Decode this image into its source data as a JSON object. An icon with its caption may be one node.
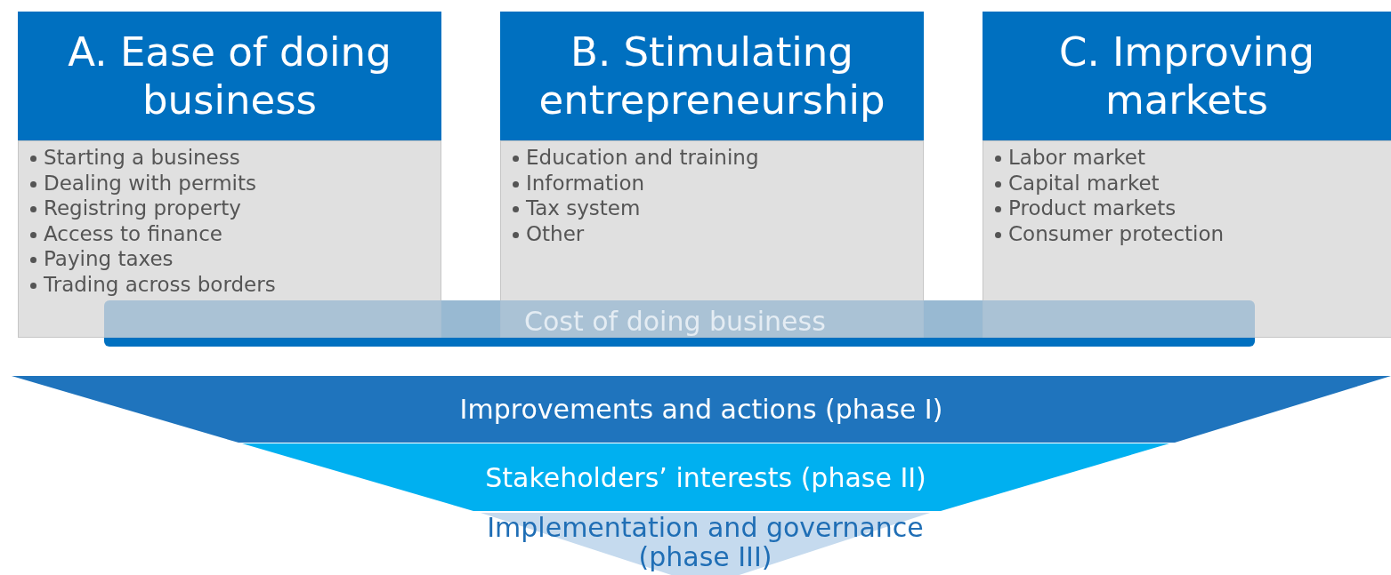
{
  "diagram": {
    "nodes": [
      {
        "text": [
          "Cost of doing business"
        ]
      },
      {
        "text": [
          "A. Ease of doing business"
        ]
      },
      {
        "text": [
          "Starting a business",
          "Dealing with permits",
          "Registring property",
          "Access to finance",
          "Paying taxes",
          "Trading across borders"
        ]
      },
      {
        "text": [
          "B. Stimulating entrepreneurship"
        ]
      },
      {
        "text": [
          "Education and training",
          "Information",
          "Tax system",
          "Other"
        ]
      },
      {
        "text": [
          "C. Improving markets"
        ]
      },
      {
        "text": [
          "Labor market",
          "Capital market",
          "Product markets",
          "Consumer protection"
        ]
      },
      {
        "text": [
          "Improvements and actions (phase I)"
        ]
      },
      {
        "text": [
          "Stakeholders’ interests (phase II)"
        ]
      },
      {
        "text": [
          "Implementation and governance (phase III)"
        ]
      }
    ]
  }
}
